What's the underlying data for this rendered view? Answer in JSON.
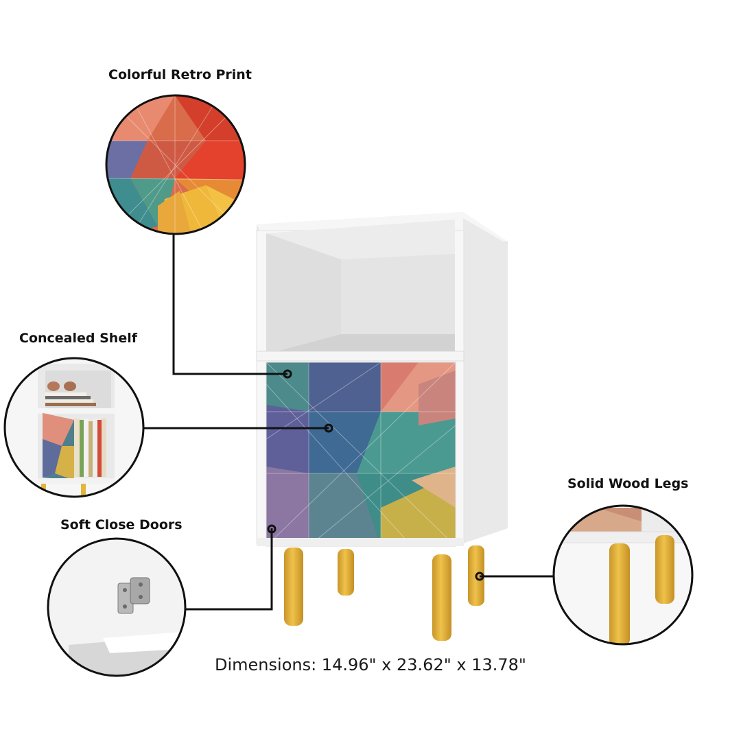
{
  "labels": {
    "retro_print": "Colorful Retro Print",
    "concealed_shelf": "Concealed Shelf",
    "soft_close": "Soft Close Doors",
    "wood_legs": "Solid Wood Legs"
  },
  "dimensions": "Dimensions: 14.96\" x 23.62\" x 13.78\"",
  "colors": {
    "cabinet": "#f4f4f4",
    "legs": "#e4b53d",
    "callout_line": "#111111",
    "print_red": "#e2553a",
    "print_teal": "#3f8a8c",
    "print_navy": "#4b5d8f",
    "print_yellow": "#d8b340",
    "print_pink": "#e7928a"
  }
}
